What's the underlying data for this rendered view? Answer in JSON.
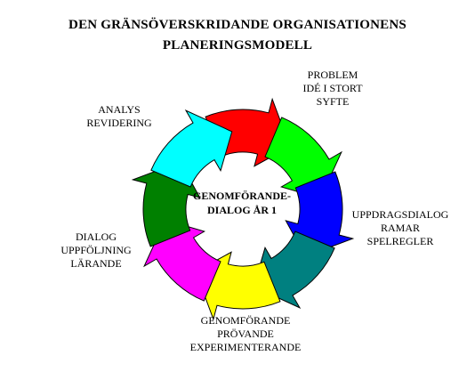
{
  "title": {
    "line1": "DEN GRÄNSÖVERSKRIDANDE ORGANISATIONENS",
    "line2": "PLANERINGSMODELL"
  },
  "center": {
    "line1": "GENOMFÖRANDE-",
    "line2": "DIALOG ÅR 1"
  },
  "stages": [
    {
      "key": "problem",
      "lines": [
        "PROBLEM",
        "IDÉ I STORT",
        "SYFTE"
      ]
    },
    {
      "key": "uppdrag",
      "lines": [
        "UPPDRAGSDIALOG",
        "RAMAR",
        "SPELREGLER"
      ]
    },
    {
      "key": "genomforande",
      "lines": [
        "GENOMFÖRANDE",
        "PRÖVANDE",
        "EXPERIMENTERANDE"
      ]
    },
    {
      "key": "dialog",
      "lines": [
        "DIALOG",
        "UPPFÖLJNING",
        "LÄRANDE"
      ]
    },
    {
      "key": "analys",
      "lines": [
        "ANALYS",
        "REVIDERING"
      ]
    }
  ],
  "arrow_colors": [
    "#ff0000",
    "#00ff00",
    "#0000ff",
    "#008080",
    "#ffff00",
    "#ff00ff",
    "#008000",
    "#00ffff"
  ]
}
